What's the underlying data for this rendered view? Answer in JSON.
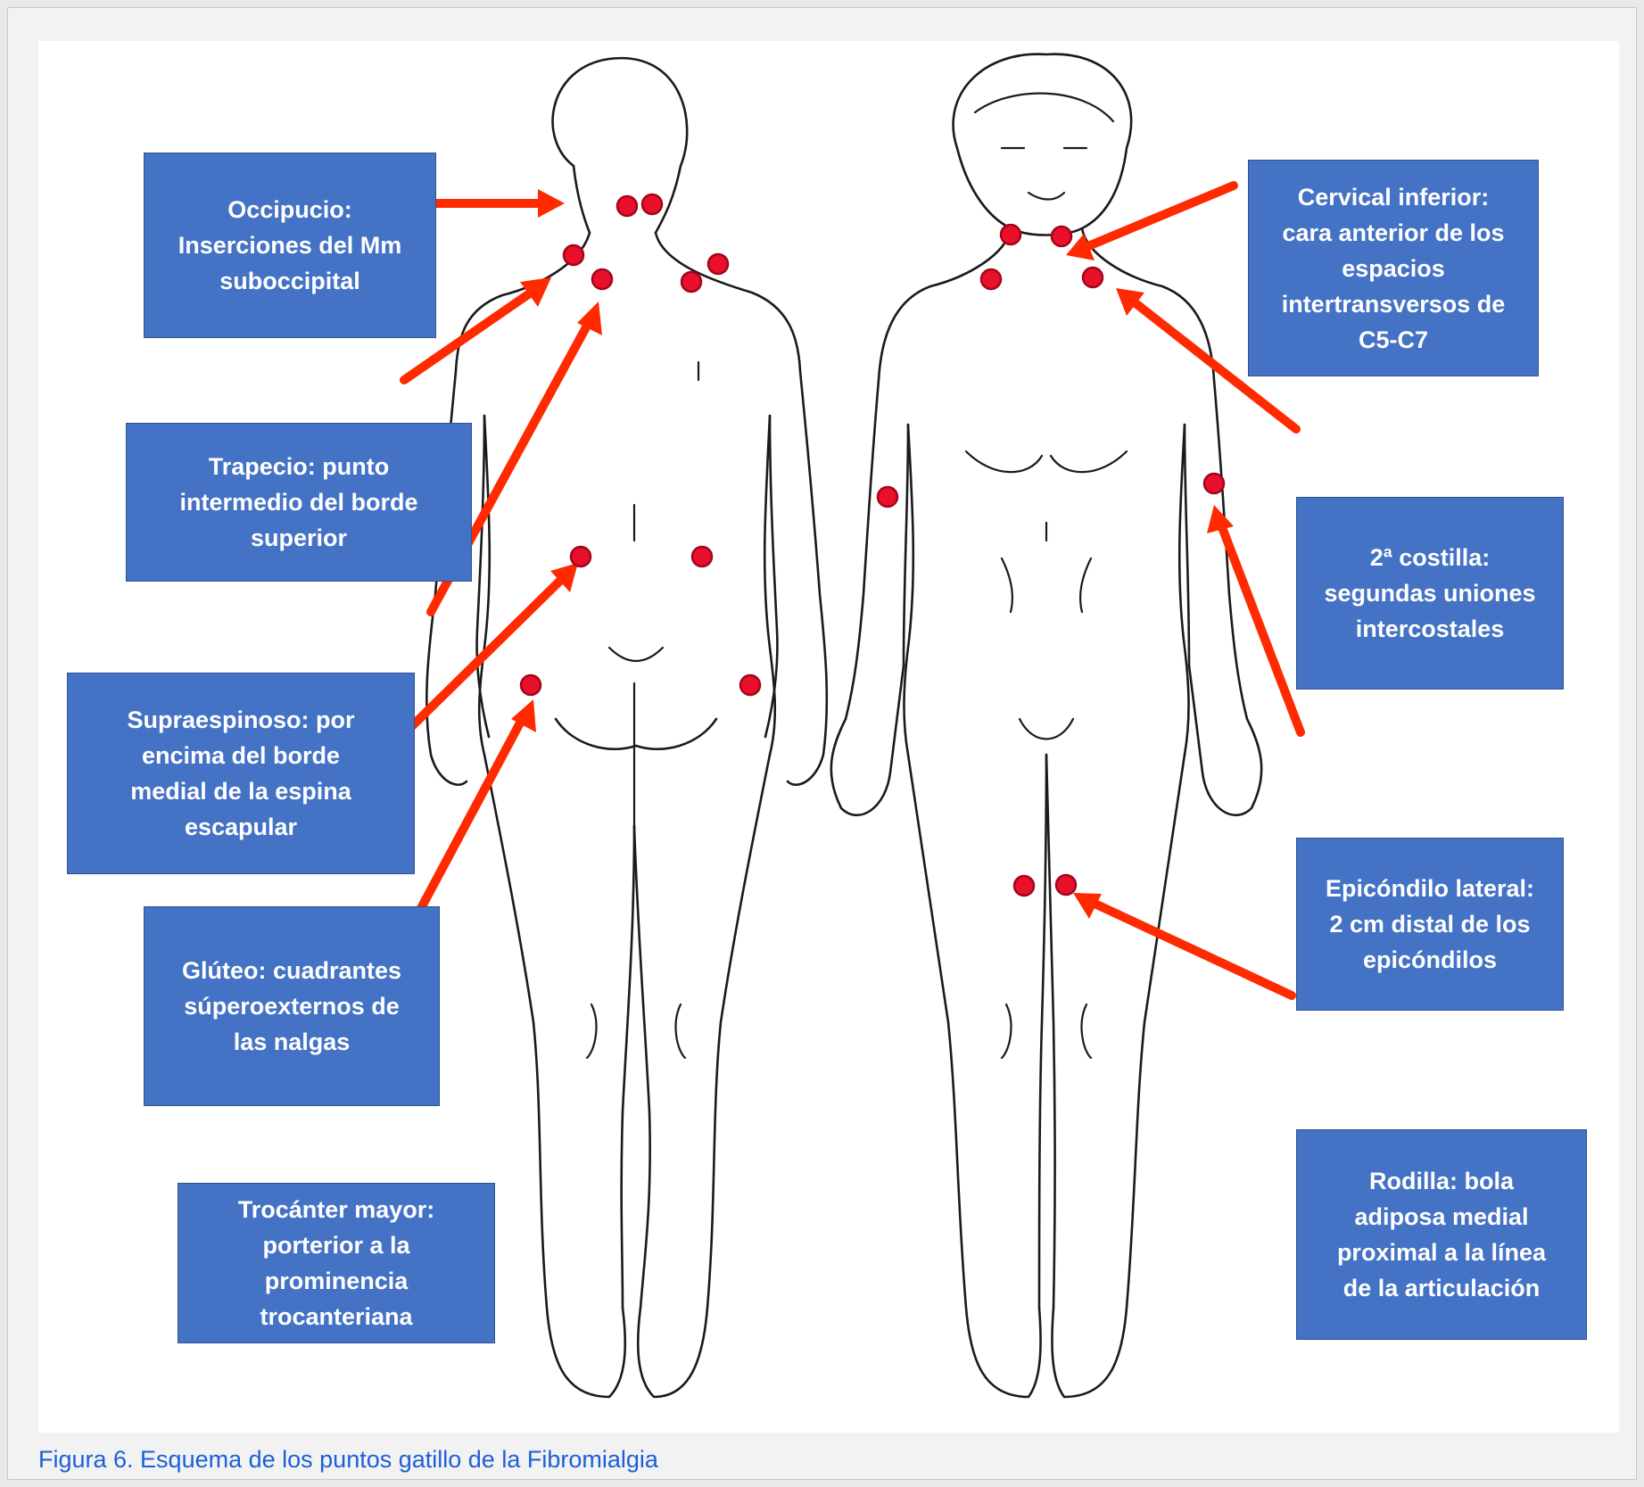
{
  "figure": {
    "caption": "Figura 6. Esquema de los puntos gatillo de la Fibromialgia",
    "labels": {
      "occipucio": "Occipucio:\nInserciones del Mm\nsuboccipital",
      "trapecio": "Trapecio: punto\nintermedio del borde\nsuperior",
      "supraespinoso": "Supraespinoso: por\nencima del borde\nmedial de la espina\nescapular",
      "gluteo": "Glúteo: cuadrantes\nsúperoexternos de\nlas nalgas",
      "trocanter": "Trocánter mayor:\nporterior a la\nprominencia\ntrocanteriana",
      "cervical": "Cervical inferior:\ncara anterior de los\nespacios\nintertransversos de\nC5-C7",
      "costilla": "2ª costilla:\nsegundas uniones\nintercostales",
      "epicondilo": "Epicóndilo lateral:\n2 cm distal de los\nepicóndilos",
      "rodilla": "Rodilla: bola\nadiposa medial\nproximal a la línea\nde la articulación"
    },
    "colors": {
      "label_box": "#4472c4",
      "arrow": "#ff2a00",
      "trigger_point": "#e8102a",
      "caption": "#1d5fd6"
    }
  }
}
